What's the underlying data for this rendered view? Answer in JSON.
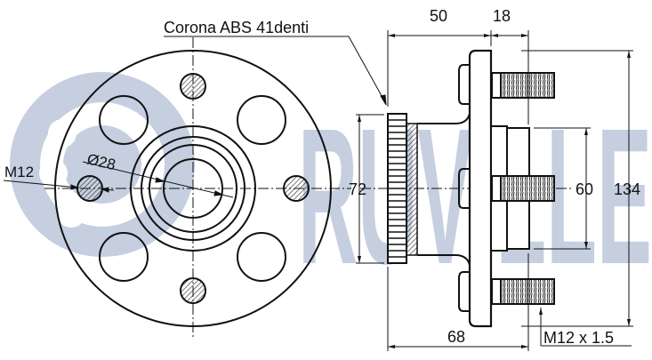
{
  "drawing": {
    "title": "Wheel hub assembly technical drawing",
    "watermark": {
      "text": "RUVILLE",
      "color": "#c5cfe0"
    },
    "colors": {
      "line": "#111111",
      "background": "#ffffff",
      "hatch": "#111111"
    },
    "callouts": {
      "abs_ring": "Corona ABS 41denti",
      "stud_thread_front": "M12",
      "center_bore": "Ø28",
      "stud_thread_side": "M12 x 1.5"
    },
    "dimensions": {
      "flange_to_ring": "50",
      "stud_flange_offset": "18",
      "abs_ring_diameter": "72",
      "pilot_diameter": "60",
      "flange_diameter": "134",
      "total_length": "68"
    }
  }
}
